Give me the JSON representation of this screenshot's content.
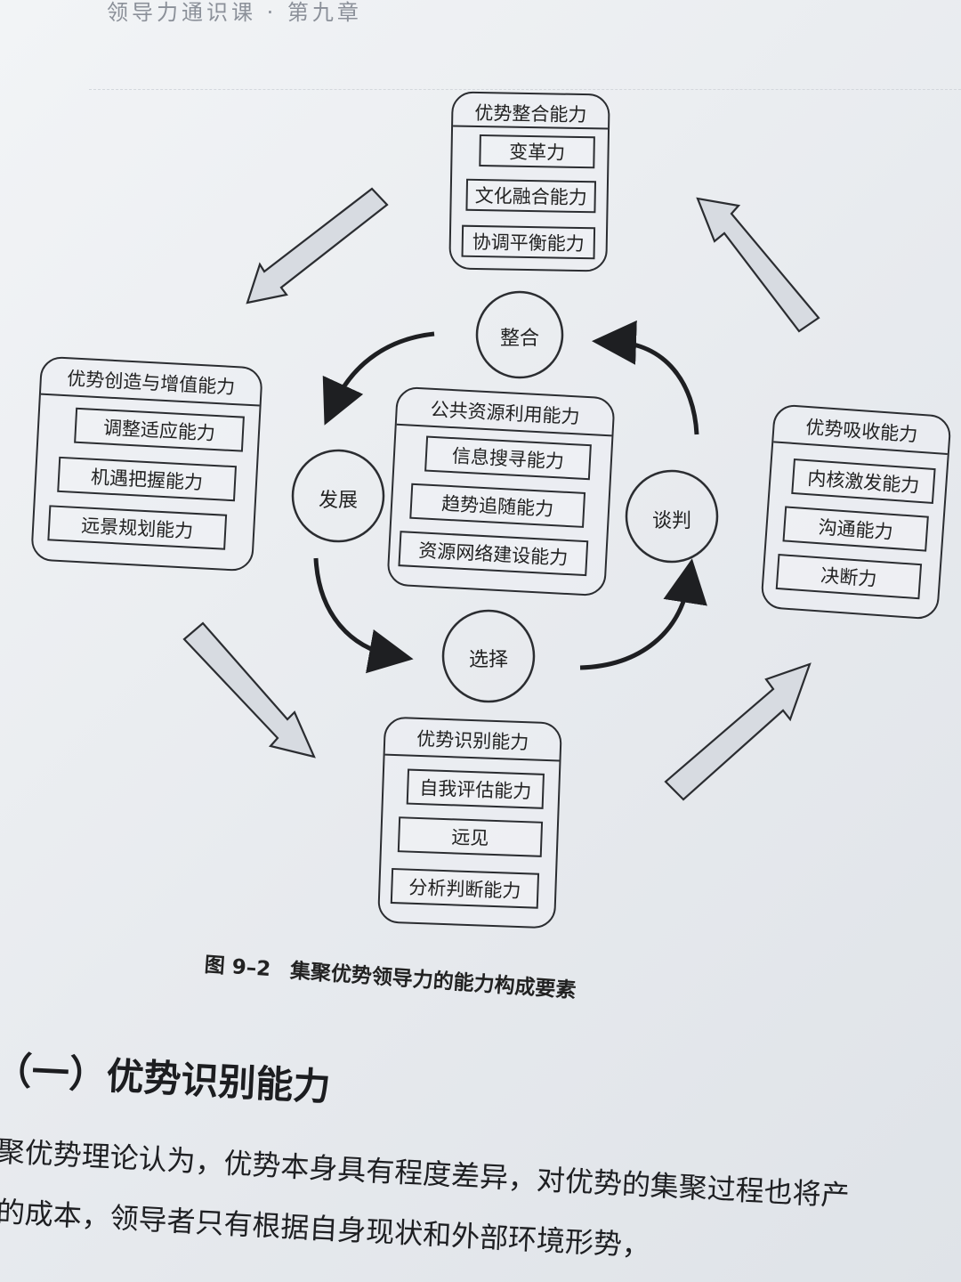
{
  "running_head": "领导力通识课 · 第九章",
  "figure": {
    "number": "图 9–2",
    "title": "集聚优势领导力的能力构成要素",
    "boxes": {
      "top": {
        "title": "优势整合能力",
        "items": [
          "变革力",
          "文化融合能力",
          "协调平衡能力"
        ]
      },
      "left": {
        "title": "优势创造与增值能力",
        "items": [
          "调整适应能力",
          "机遇把握能力",
          "远景规划能力"
        ]
      },
      "center": {
        "title": "公共资源利用能力",
        "items": [
          "信息搜寻能力",
          "趋势追随能力",
          "资源网络建设能力"
        ]
      },
      "right": {
        "title": "优势吸收能力",
        "items": [
          "内核激发能力",
          "沟通能力",
          "决断力"
        ]
      },
      "bottom": {
        "title": "优势识别能力",
        "items": [
          "自我评估能力",
          "远见",
          "分析判断能力"
        ]
      }
    },
    "circles": {
      "integrate": "整合",
      "develop": "发展",
      "negotiate": "谈判",
      "select": "选择"
    }
  },
  "section": {
    "heading": "（一）优势识别能力"
  },
  "body": {
    "lines": [
      "聚优势理论认为，优势本身具有程度差异，对优势的集聚过程也将产",
      "的成本，领导者只有根据自身现状和外部环境形势，"
    ]
  }
}
